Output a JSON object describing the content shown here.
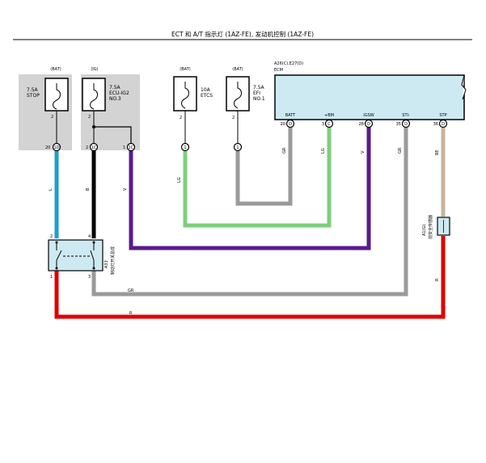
{
  "title": "ECT 和 A/T 指示灯 (1AZ-FE), 发动机控制 (1AZ-FE)",
  "colors": {
    "L": "#1a9fd0",
    "B": "#000000",
    "V": "#5a1a8c",
    "LG": "#7ccf7c",
    "GR": "#9a9a9a",
    "R": "#e00000",
    "BE": "#c8b49a",
    "panel": "#d3d3d3",
    "module": "#cdeaf2"
  },
  "fuses": {
    "stop": {
      "source": "(BAT)",
      "rating": "7.5A",
      "name": "STOP",
      "pin": "2",
      "conn_num": "20",
      "conn_id": "1D"
    },
    "ecu_ig": {
      "source": "(IG)",
      "rating": "7.5A",
      "name1": "ECU-IG2",
      "name2": "NO.3",
      "pin": "2",
      "conn_a_num": "2",
      "conn_a_id": "1C",
      "conn_b_num": "1",
      "conn_b_id": "1C"
    },
    "etcs": {
      "source": "(BAT)",
      "rating": "10A",
      "name": "ETCS",
      "pin": "2",
      "conn_num": "1"
    },
    "efi": {
      "source": "(BAT)",
      "rating": "7.5A",
      "name1": "EFI",
      "name2": "NO.1",
      "pin": "2",
      "conn_num": "1"
    }
  },
  "ecm": {
    "connectors": "A26(C),E27(D)",
    "name": "ECM",
    "pins": [
      {
        "label": "BATT",
        "num": "20",
        "conn": "D"
      },
      {
        "label": "+BM",
        "num": "3",
        "conn": "C"
      },
      {
        "label": "IGSW",
        "num": "28",
        "conn": "D"
      },
      {
        "label": "STl-",
        "num": "35",
        "conn": "D"
      },
      {
        "label": "STP",
        "num": "36",
        "conn": "D"
      }
    ]
  },
  "switch": {
    "id": "A33",
    "name": "制动灯开关总成",
    "pin_top_left": "2",
    "pin_top_right": "4",
    "pin_bottom_left": "1",
    "pin_bottom_right": "3"
  },
  "sensor": {
    "id": "A1(G)",
    "name": "前安全传感器"
  },
  "wire_labels": {
    "w_l": "L",
    "w_b": "B",
    "w_v": "V",
    "w_lg": "LG",
    "w_gr1": "GR",
    "w_lg2": "LG",
    "w_v2": "V",
    "w_gr2": "GR",
    "w_be": "BE",
    "w_r": "R",
    "w_gr_h": "GR",
    "w_r_h": "R"
  }
}
